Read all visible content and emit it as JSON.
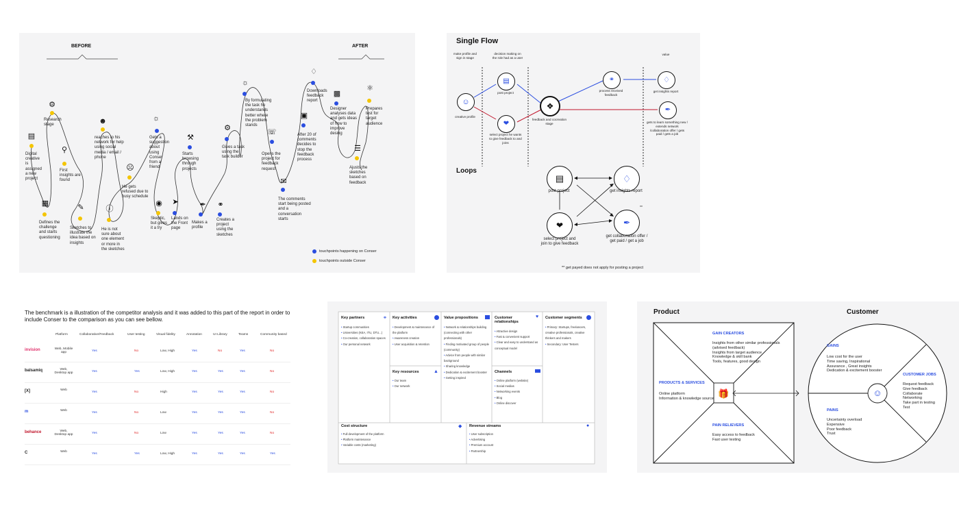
{
  "journey": {
    "before": "BEFORE",
    "after": "AFTER",
    "steps": {
      "s1": "Digital creative is assigned a new project",
      "s2": "Defines the challenge and starts questioning",
      "s3": "Research stage",
      "s4": "First insights are found",
      "s5": "Sketches to illustrate the idea based on insights",
      "s6": "reaches to his network for help using social media / email / phone",
      "s7": "He is not sure about one element or more in the sketches",
      "s8": "He gets refused due to busy schedule",
      "s9": "Gets a suggestion about using Conser from a friend",
      "s10": "Skeptic, but gives it a try",
      "s11": "Lands on the Front page",
      "s12": "Starts browsing through projects",
      "s13": "Makes a profile",
      "s14": "Creates a project using the sketches",
      "s15": "Gives a task using the task builder",
      "s16": "By formulating the task he understands better where the problem stands",
      "s17": "Opens the project for feedback request",
      "s18": "The comments start being posted and a conversation starts",
      "s19": "After 20 of comments decides to stop the feedback process",
      "s20": "Downloads feedback report",
      "s21": "Designer analyses data and gets ideas of how to improve desing",
      "s22": "Prepares test for target audience",
      "s23": "Ajusts the sketches based on feedback"
    },
    "legend_blue": "touchpoints happening on Conser",
    "legend_yellow": "touchpoints outside Conser"
  },
  "flow": {
    "single_title": "Single Flow",
    "loops_title": "Loops",
    "col1_header": "make profile and sign in stage",
    "col2_header": "decision making on the role had as a user",
    "col3_header": "value",
    "creative_profile": "creative profile",
    "post_project": "post project",
    "select_project": "select project he wants to give feedback to and joins",
    "feedback_stage": "feedback and cocreation stage",
    "process_feedback": "process received feedback",
    "get_insights": "get insights report",
    "gets_to_learn": "gets to learn something new / extends network /collaboration offer / gets paid / gets a job",
    "loop_post": "post project",
    "loop_insights": "get insights report",
    "loop_select": "select project and join to give feedback",
    "loop_collab": "get collaboration offer / get paid / get a job",
    "loop_star": "**",
    "footnote": "** get payed does not apply for posting a project"
  },
  "benchmark": {
    "intro": "The benchmark is a illustration of the competitor analysis and it was added to this part of the report in order to include Conser to the comparison as you can see bellow.",
    "headers": [
      "Platform",
      "Collaborative/Feedback",
      "User testing",
      "Visual fidelity",
      "Annotation",
      "UI Library",
      "Teams",
      "Community based"
    ],
    "rows": [
      {
        "logo": "invision",
        "platform": "Web, Mobile app",
        "cells": [
          "Yes",
          "No",
          "Low, High",
          "Yes",
          "No",
          "Yes",
          "No"
        ]
      },
      {
        "logo": "balsamiq",
        "platform": "Web, Desktop app",
        "cells": [
          "Yes",
          "Yes",
          "Low, High",
          "Yes",
          "Yes",
          "Yes",
          "No"
        ]
      },
      {
        "logo": "[X]",
        "platform": "Web",
        "cells": [
          "Yes",
          "No",
          "High",
          "Yes",
          "Yes",
          "Yes",
          "No"
        ]
      },
      {
        "logo": "m",
        "platform": "Web",
        "cells": [
          "Yes",
          "No",
          "Low",
          "Yes",
          "Yes",
          "Yes",
          "No"
        ]
      },
      {
        "logo": "behance",
        "platform": "Web, Desktop app",
        "cells": [
          "Yes",
          "No",
          "Low",
          "Yes",
          "Yes",
          "Yes",
          "No"
        ]
      },
      {
        "logo": "C",
        "platform": "Web",
        "cells": [
          "Yes",
          "Yes",
          "Low, High",
          "Yes",
          "Yes",
          "Yes",
          "Yes"
        ]
      }
    ]
  },
  "bmc": {
    "key_partners": {
      "title": "Key partners",
      "items": [
        "Startup communities",
        "Universities (KEA, ITU, DTU...)",
        "Co-creation, collaboration spaces",
        "Our personal network"
      ]
    },
    "key_activities": {
      "title": "Key activities",
      "items": [
        "Development & maintenance of the platform",
        "Awareness creation",
        "User acquisition & retention"
      ]
    },
    "key_resources": {
      "title": "Key resources",
      "items": [
        "Our team",
        "Our network"
      ]
    },
    "value_props": {
      "title": "Value propositions",
      "items": [
        "Network & relationships building (connecting with other professionals)",
        "Finding motivated group of people (community)",
        "Advice from people with similar background",
        "Sharing knowledge",
        "Dedication & excitement booster",
        "Getting inspired"
      ]
    },
    "customer_rel": {
      "title": "Customer relationships",
      "items": [
        "Attractive design",
        "Fast & convenient support",
        "Clear and easy to understand as conceptual model"
      ]
    },
    "channels": {
      "title": "Channels",
      "items": [
        "Online platform (website)",
        "Social medias",
        "Networking events",
        "Blog",
        "Online discover"
      ]
    },
    "segments": {
      "title": "Customer segments",
      "items": [
        "Primary: Startups, freelancers, creative professionals, creative thinkers and makers",
        "Secondary: User Testers"
      ]
    },
    "cost": {
      "title": "Cost structure",
      "items": [
        "Full development of the platform",
        "Platform maintenance",
        "Variable costs (marketing)"
      ]
    },
    "revenue": {
      "title": "Revenue streams",
      "items": [
        "User subscription",
        "Advertising",
        "Premium account",
        "Partnership"
      ]
    }
  },
  "vpc": {
    "product": "Product",
    "customer": "Customer",
    "gain_creators_title": "GAIN CREATORS",
    "gain_creators": "Insights from other similar professionals (advised feedback)\nInsights from target audience\nKnowledge & skill bank\nTools, features, good design",
    "products_title": "PRODUCTS & SERVICES",
    "products": "Online platform\nInformation & knowledge source",
    "pain_relievers_title": "PAIN RELIEVERS",
    "pain_relievers": "Easy access to feedback\nFast user testing",
    "gains_title": "GAINS",
    "gains": "Low cost for the user\nTime saving,  Inspirational\nAssurance , Great insights\nDedication & excitement booster",
    "jobs_title": "CUSTOMER JOBS",
    "jobs": "Request feedback\nGive feedback\nCollaborate\nNetworking\nTake part in testing\nTest",
    "pains_title": "PAINS",
    "pains": "Uncertainty overload\nExpensive\nPoor feedback\nTrust"
  }
}
